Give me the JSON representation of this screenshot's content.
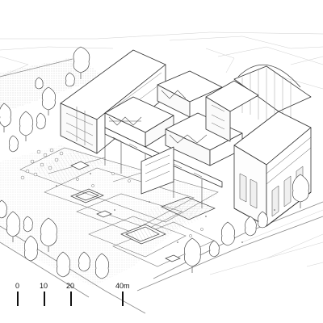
{
  "scale_bar": {
    "labels": [
      "0",
      "10",
      "20",
      "40m"
    ]
  },
  "colors": {
    "line": "#3a3a3a",
    "light_line": "#9a9a9a",
    "tree_fill": "#ffffff",
    "tree_shade": "#cfcfcf",
    "hatch": "#bdbdbd",
    "ground": "#f4f4f4",
    "background": "#ffffff"
  }
}
